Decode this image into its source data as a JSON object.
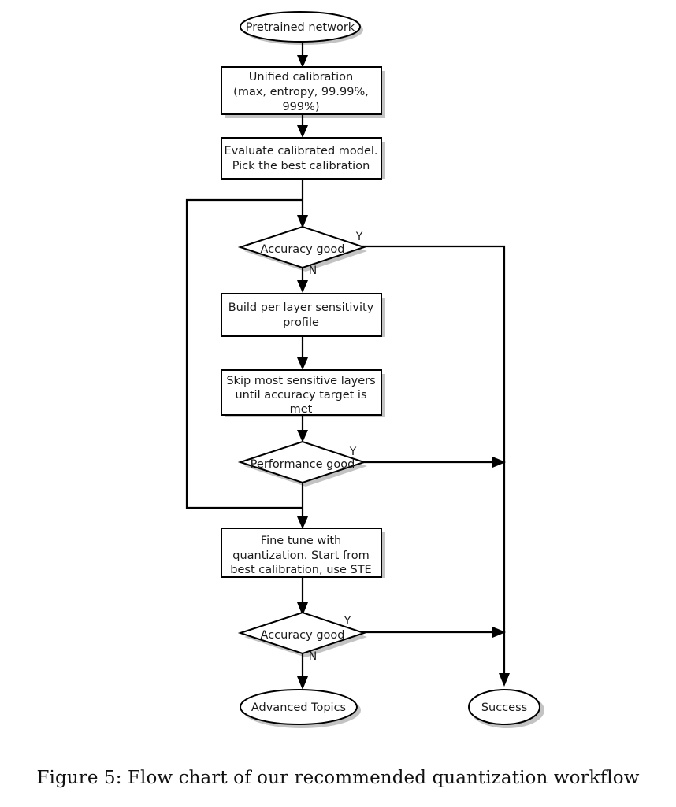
{
  "figure": {
    "caption": "Figure 5: Flow chart of our recommended quantization workflow",
    "background_color": "#ffffff",
    "line_color": "#000000",
    "shape_fill": "#ffffff",
    "shadow_color": "#b9b9b9"
  },
  "chart_data": {
    "type": "diagram",
    "subtype": "flowchart",
    "title": "Flow chart of our recommended quantization workflow",
    "nodes": [
      {
        "id": "start",
        "shape": "ellipse",
        "label": "Pretrained network"
      },
      {
        "id": "unified_calibration",
        "shape": "rect",
        "label": "Unified calibration\n(max, entropy, 99.99%,\n999%)"
      },
      {
        "id": "evaluate",
        "shape": "rect",
        "label": "Evaluate calibrated model.\nPick the best calibration"
      },
      {
        "id": "accuracy_good_1",
        "shape": "diamond",
        "label": "Accuracy good"
      },
      {
        "id": "sensitivity_profile",
        "shape": "rect",
        "label": "Build per layer sensitivity\nprofile"
      },
      {
        "id": "skip_layers",
        "shape": "rect",
        "label": "Skip most sensitive layers\nuntil accuracy target is\nmet"
      },
      {
        "id": "performance_good",
        "shape": "diamond",
        "label": "Performance good"
      },
      {
        "id": "fine_tune",
        "shape": "rect",
        "label": "Fine tune with\nquantization. Start from\nbest calibration, use STE"
      },
      {
        "id": "accuracy_good_2",
        "shape": "diamond",
        "label": "Accuracy good"
      },
      {
        "id": "advanced_topics",
        "shape": "ellipse",
        "label": "Advanced Topics"
      },
      {
        "id": "success",
        "shape": "ellipse",
        "label": "Success"
      }
    ],
    "edges": [
      {
        "from": "start",
        "to": "unified_calibration",
        "label": ""
      },
      {
        "from": "unified_calibration",
        "to": "evaluate",
        "label": ""
      },
      {
        "from": "evaluate",
        "to": "accuracy_good_1",
        "label": ""
      },
      {
        "from": "accuracy_good_1",
        "to": "success",
        "label": "Y"
      },
      {
        "from": "accuracy_good_1",
        "to": "sensitivity_profile",
        "label": "N"
      },
      {
        "from": "sensitivity_profile",
        "to": "skip_layers",
        "label": ""
      },
      {
        "from": "skip_layers",
        "to": "performance_good",
        "label": ""
      },
      {
        "from": "performance_good",
        "to": "success",
        "label": "Y"
      },
      {
        "from": "performance_good",
        "to": "fine_tune",
        "label": ""
      },
      {
        "from": "performance_good",
        "to": "accuracy_good_1",
        "label": ""
      },
      {
        "from": "fine_tune",
        "to": "accuracy_good_2",
        "label": ""
      },
      {
        "from": "accuracy_good_2",
        "to": "success",
        "label": "Y"
      },
      {
        "from": "accuracy_good_2",
        "to": "advanced_topics",
        "label": "N"
      }
    ]
  },
  "nodes": {
    "start": {
      "line1": "Pretrained network"
    },
    "unified_calibration": {
      "line1": "Unified calibration",
      "line2": "(max, entropy, 99.99%,",
      "line3": "999%)"
    },
    "evaluate": {
      "line1": "Evaluate calibrated model.",
      "line2": "Pick the best calibration"
    },
    "accuracy_good_1": {
      "line1": "Accuracy good"
    },
    "sensitivity_profile": {
      "line1": "Build per layer sensitivity",
      "line2": "profile"
    },
    "skip_layers": {
      "line1": "Skip most sensitive layers",
      "line2": "until accuracy target is",
      "line3": "met"
    },
    "performance_good": {
      "line1": "Performance good"
    },
    "fine_tune": {
      "line1": "Fine tune with",
      "line2": "quantization. Start from",
      "line3": "best calibration, use STE"
    },
    "accuracy_good_2": {
      "line1": "Accuracy good"
    },
    "advanced_topics": {
      "line1": "Advanced Topics"
    },
    "success": {
      "line1": "Success"
    }
  },
  "branch_labels": {
    "acc1_yes": "Y",
    "acc1_no": "N",
    "perf_yes": "Y",
    "acc2_yes": "Y",
    "acc2_no": "N"
  }
}
